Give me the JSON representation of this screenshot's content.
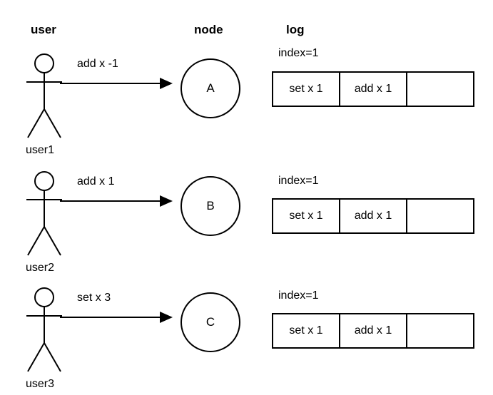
{
  "columns": {
    "user": "user",
    "node": "node",
    "log": "log"
  },
  "rows": [
    {
      "actor_label": "user1",
      "actor_icon": "stick-figure-icon",
      "edge_label": "add x -1",
      "edge_icon": "arrow-right-icon",
      "node_label": "A",
      "log": {
        "index_label": "index=1",
        "cells": [
          "set x 1",
          "add x 1",
          ""
        ]
      }
    },
    {
      "actor_label": "user2",
      "actor_icon": "stick-figure-icon",
      "edge_label": "add x 1",
      "edge_icon": "arrow-right-icon",
      "node_label": "B",
      "log": {
        "index_label": "index=1",
        "cells": [
          "set x 1",
          "add x 1",
          ""
        ]
      }
    },
    {
      "actor_label": "user3",
      "actor_icon": "stick-figure-icon",
      "edge_label": "set x 3",
      "edge_icon": "arrow-right-icon",
      "node_label": "C",
      "log": {
        "index_label": "index=1",
        "cells": [
          "set x 1",
          "add x 1",
          ""
        ]
      }
    }
  ],
  "style": {
    "stroke": "#000000",
    "background": "#ffffff"
  }
}
